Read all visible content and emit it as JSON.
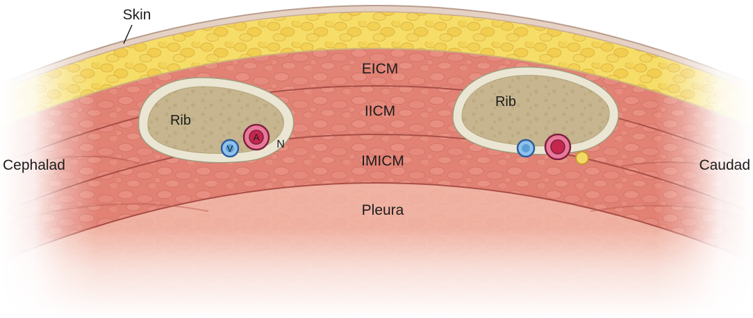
{
  "diagram": {
    "labels": {
      "skin": "Skin",
      "eicm": "EICM",
      "iicm": "IICM",
      "imicm": "IMICM",
      "pleura": "Pleura",
      "rib": "Rib",
      "cephalad": "Cephalad",
      "caudad": "Caudad",
      "vein": "V",
      "artery": "A",
      "nerve": "N"
    },
    "colors": {
      "skin": "#e6d2c4",
      "fat": "#f6dd68",
      "muscle": "#e28275",
      "pleura": "#f0b3a3",
      "rib_cortex": "#eae6d3",
      "rib_medulla": "#c6b58f",
      "vein_fill": "#8fc3ec",
      "vein_core": "#5e9fd6",
      "artery_ring": "#e8799a",
      "artery_core": "#c6274e",
      "nerve_fill": "#f3d863"
    }
  }
}
